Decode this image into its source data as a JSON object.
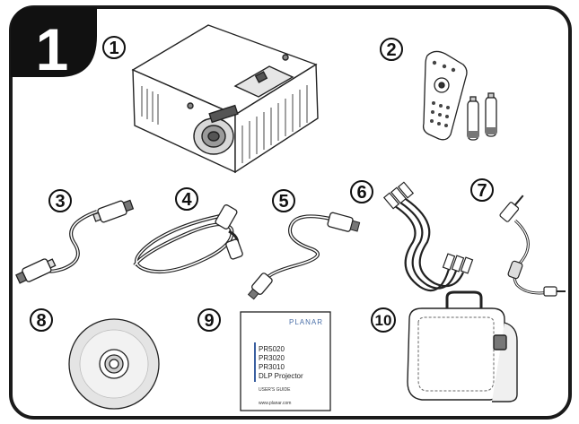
{
  "step_number": "1",
  "items": [
    {
      "number": "1",
      "icon": "projector-icon"
    },
    {
      "number": "2",
      "icon": "remote-control-with-batteries-icon"
    },
    {
      "number": "3",
      "icon": "vga-cable-icon"
    },
    {
      "number": "4",
      "icon": "power-cord-icon"
    },
    {
      "number": "5",
      "icon": "usb-cable-icon"
    },
    {
      "number": "6",
      "icon": "rca-av-cable-icon"
    },
    {
      "number": "7",
      "icon": "audio-cable-icon"
    },
    {
      "number": "8",
      "icon": "cd-rom-icon"
    },
    {
      "number": "9",
      "icon": "user-guide-icon"
    },
    {
      "number": "10",
      "icon": "carrying-case-icon"
    }
  ],
  "user_guide": {
    "brand": "PLANAR",
    "models": [
      "PR5020",
      "PR3020",
      "PR3010",
      "DLP Projector"
    ],
    "title": "USER'S GUIDE",
    "url": "www.planar.com"
  },
  "colors": {
    "line": "#1a1a1a",
    "badge": "#111111",
    "accent": "#3a5fa0"
  }
}
